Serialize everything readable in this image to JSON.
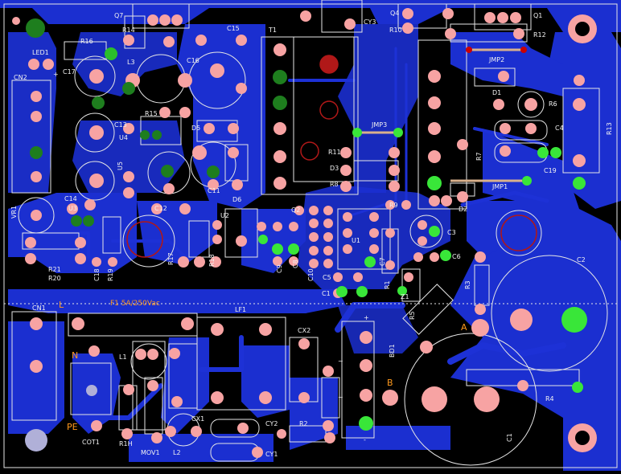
{
  "board": {
    "background": "#000000",
    "copper_color": "#1b2fd0",
    "pad_color": "#f7a3a3",
    "silkscreen_color": "#e6e6e6",
    "label_accent": "#ff9a1e",
    "via_green": "#2bbf2b"
  },
  "labels": {
    "q7": "Q7",
    "r14": "R14",
    "c15": "C15",
    "t1": "T1",
    "cy3": "CY3",
    "q4": "Q4",
    "r10": "R10",
    "q1": "Q1",
    "r12": "R12",
    "r16": "R16",
    "led1": "LED1",
    "l3": "L3",
    "c16": "C16",
    "jmp2": "JMP2",
    "cn2": "CN2",
    "c17": "C17",
    "r15": "R15",
    "d1": "D1",
    "r6": "R6",
    "r13": "R13",
    "c13": "C13",
    "d5": "D5",
    "jmp3": "JMP3",
    "c4": "C4",
    "u4": "U4",
    "r11": "R11",
    "r7": "R7",
    "d3": "D3",
    "c19": "C19",
    "u5": "U5",
    "c11": "C11",
    "r8": "R8",
    "jmp1": "JMP1",
    "c14": "C14",
    "d6": "D6",
    "d2": "D2",
    "vr1": "VR1",
    "u3": "U3",
    "c12": "C12",
    "u2": "U2",
    "q2": "Q2",
    "r9": "R9",
    "c3": "C3",
    "u1": "U1",
    "r17": "R17",
    "r18": "R18",
    "c9": "C9",
    "c8": "C8",
    "c6": "C6",
    "c2": "C2",
    "r21": "R21",
    "r20": "R20",
    "c18": "C18",
    "r19": "R19",
    "c10": "C10",
    "c5": "C5",
    "c7": "C7",
    "r1": "R1",
    "z1": "Z1",
    "r3": "R3",
    "r5": "R5",
    "c1": "C1",
    "cn1": "CN1",
    "l": "L",
    "f1": "F1 5A/250Vac",
    "lf1": "LF1",
    "cx2": "CX2",
    "a": "A",
    "n": "N",
    "l1": "L1",
    "r4": "R4",
    "bd1": "BD1",
    "b": "B",
    "pe": "PE",
    "cot1": "COT1",
    "r1h": "R1H",
    "mov1": "MOV1",
    "cx1": "CX1",
    "l2": "L2",
    "cy2": "CY2",
    "r2": "R2",
    "cy1": "CY1",
    "c1b": "C1",
    "plus": "+",
    "tilde1": "~",
    "tilde2": "~",
    "minus": "-"
  }
}
